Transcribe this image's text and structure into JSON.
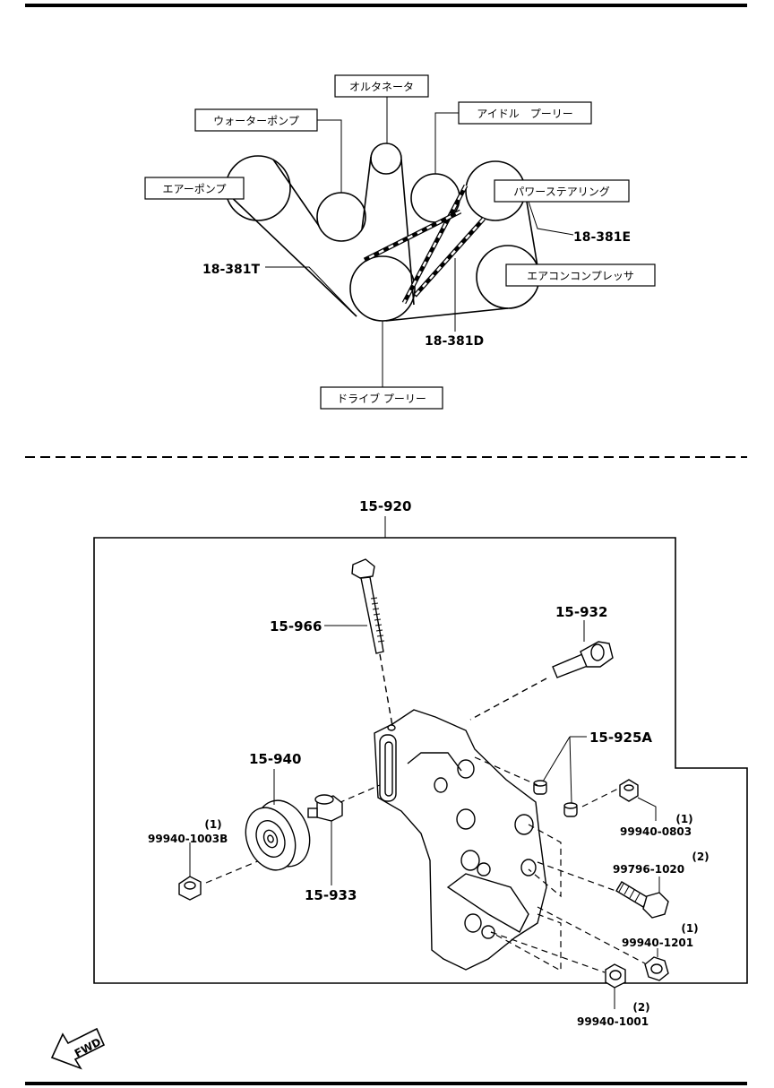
{
  "belt_diagram": {
    "labels": {
      "alternator": "オルタネータ",
      "water_pump": "ウォーターポンプ",
      "idle_pulley": "アイドル　プーリー",
      "air_pump": "エアーポンプ",
      "power_steering": "パワーステアリング",
      "ac_compressor": "エアコンコンプレッサ",
      "drive_pulley": "ドライブ プーリー"
    },
    "belts": {
      "belt_e": "18-381E",
      "belt_t": "18-381T",
      "belt_d": "18-381D"
    }
  },
  "parts_diagram": {
    "assembly": "15-920",
    "bolt": "15-966",
    "stud_bolt": "15-932",
    "dowel": "15-925A",
    "idler_pulley": "15-940",
    "spacer": "15-933",
    "nut_pulley": {
      "part": "99940-1003B",
      "qty": "(1)"
    },
    "nut_top": {
      "part": "99940-0803",
      "qty": "(1)"
    },
    "bolt_side": {
      "part": "99796-1020",
      "qty": "(2)"
    },
    "nut_mid": {
      "part": "99940-1201",
      "qty": "(1)"
    },
    "nut_bottom": {
      "part": "99940-1001",
      "qty": "(2)"
    }
  },
  "fwd_label": "FWD"
}
